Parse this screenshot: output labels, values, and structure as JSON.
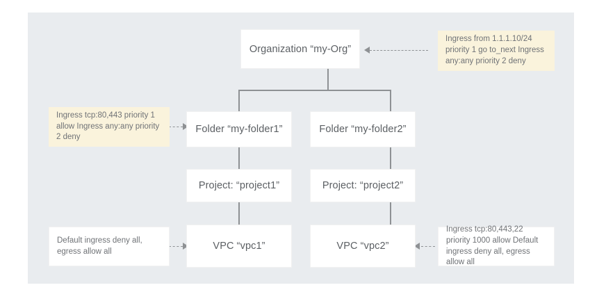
{
  "diagram": {
    "title": "GCP resource hierarchy firewall policy diagram",
    "canvas_color": "#e9ecef",
    "node_color": "#ffffff",
    "note_color": "#faf3dc",
    "line_color": "#8e9194",
    "nodes": {
      "org": "Organization “my-Org”",
      "folder1": "Folder “my-folder1”",
      "folder2": "Folder “my-folder2”",
      "project1": "Project: “project1”",
      "project2": "Project: “project2”",
      "vpc1": "VPC “vpc1”",
      "vpc2": "VPC “vpc2”"
    },
    "notes": {
      "org_policy": "Ingress from 1.1.1.10/24 priority 1 go to_next Ingress any:any priority 2 deny",
      "folder1_policy": "Ingress tcp:80,443 priority 1 allow Ingress any:any priority 2 deny",
      "vpc1_policy": "Default ingress deny all, egress allow all",
      "vpc2_policy": "Ingress tcp:80,443,22 priority 1000 allow Default ingress deny all, egress allow all"
    }
  }
}
